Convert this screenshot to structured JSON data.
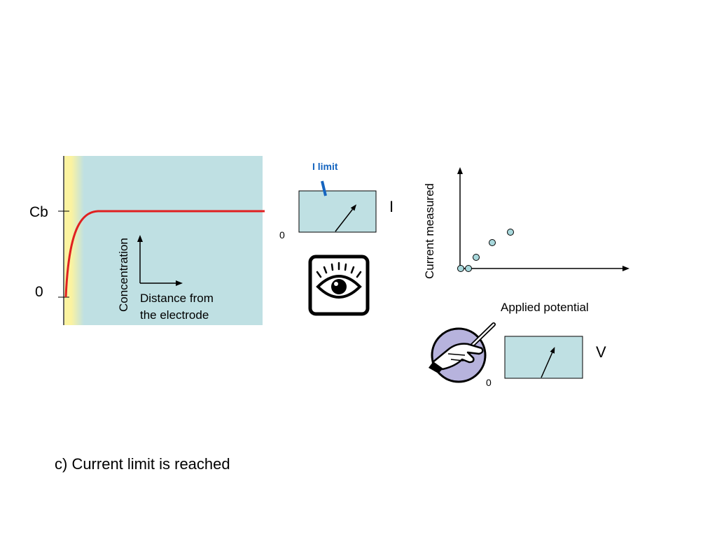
{
  "concentration_panel": {
    "label_cb": "Cb",
    "label_zero": "0",
    "y_axis_label": "Concentration",
    "x_axis_label_line1": "Distance from",
    "x_axis_label_line2": "the electrode"
  },
  "current_meter": {
    "limit_label": "I limit",
    "zero_label": "0",
    "unit_label": "I",
    "needle_fraction": 0.85
  },
  "observer_icon": "eye-icon",
  "iv_plot": {
    "y_axis_label": "Current measured",
    "x_axis_label": "Applied potential"
  },
  "voltage_meter": {
    "zero_label": "0",
    "unit_label": "V",
    "needle_fraction": 0.72
  },
  "operator_icon": "hand-turning-knob-icon",
  "caption": "c) Current limit is reached",
  "colors": {
    "solution": "#bfe0e3",
    "electrode": "#fbf3a0",
    "curve": "#e02020",
    "limit_marker": "#1565c0",
    "point_fill": "#a8d8dc",
    "hand_disc": "#b7b3dd"
  }
}
